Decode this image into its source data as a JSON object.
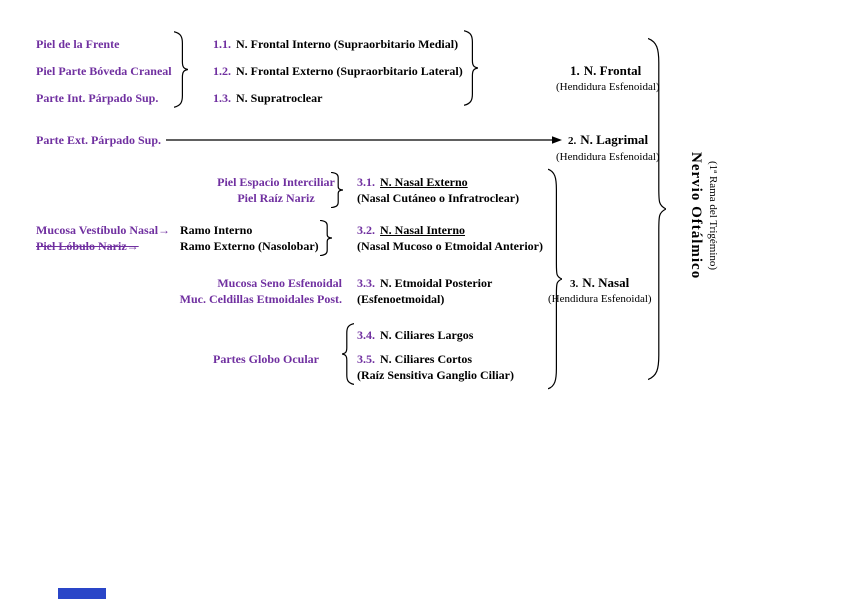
{
  "diagram": {
    "title": "Nervio Oftálmico",
    "title_sub": "(1ª Rama del Trigémino)",
    "colors": {
      "purple": "#7030A0",
      "black": "#000000",
      "artifact_blue": "#2a46c8"
    },
    "frontal": {
      "sources": [
        "Piel de la Frente",
        "Piel Parte Bóveda Craneal",
        "Parte Int. Párpado Sup."
      ],
      "branches": [
        {
          "num": "1.1.",
          "name": "N. Frontal Interno (Supraorbitario Medial)"
        },
        {
          "num": "1.2.",
          "name": "N. Frontal Externo (Supraorbitario Lateral)"
        },
        {
          "num": "1.3.",
          "name": "N. Supratroclear"
        }
      ],
      "num": "1.",
      "name": "N. Frontal",
      "sub": "(Hendidura Esfenoidal)"
    },
    "lagrimal": {
      "source": "Parte Ext. Párpado Sup.",
      "num": "2.",
      "name": "N. Lagrimal",
      "sub": "(Hendidura Esfenoidal)"
    },
    "nasal": {
      "num": "3.",
      "name": "N. Nasal",
      "sub": "(Hendidura Esfenoidal)",
      "g31": {
        "sources": [
          "Piel Espacio Interciliar",
          "Piel Raíz Nariz"
        ],
        "num": "3.1.",
        "name": "N. Nasal Externo",
        "sub": "(Nasal Cutáneo o Infratroclear)"
      },
      "g32": {
        "rows": [
          {
            "source": "Mucosa Vestíbulo Nasal→",
            "ramo": "Ramo Interno"
          },
          {
            "source": "Piel Lóbulo Nariz→",
            "ramo": "Ramo Externo (Nasolobar)"
          }
        ],
        "num": "3.2.",
        "name": "N. Nasal Interno",
        "sub": "(Nasal Mucoso o Etmoidal Anterior)"
      },
      "g33": {
        "sources": [
          "Mucosa Seno Esfenoidal",
          "Muc. Celdillas Etmoidales Post."
        ],
        "num": "3.3.",
        "name": "N. Etmoidal Posterior",
        "sub": "(Esfenoetmoidal)"
      },
      "g34": {
        "source": "Partes Globo Ocular",
        "items": [
          {
            "num": "3.4.",
            "name": "N. Ciliares Largos"
          },
          {
            "num": "3.5.",
            "name": "N. Ciliares Cortos"
          }
        ],
        "sub": "(Raíz Sensitiva Ganglio Ciliar)"
      }
    }
  }
}
